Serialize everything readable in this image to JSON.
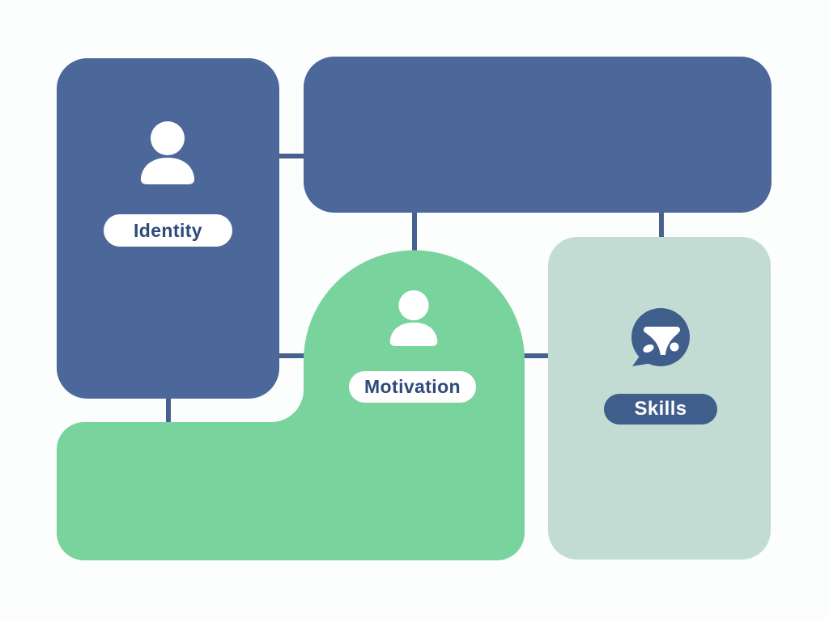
{
  "diagram": {
    "nodes": {
      "identity": {
        "label": "Identity",
        "icon": "person-icon"
      },
      "top": {
        "label": "",
        "icon": ""
      },
      "motivation": {
        "label": "Motivation",
        "icon": "person-icon"
      },
      "skills": {
        "label": "Skills",
        "icon": "chat-bubble-icon"
      }
    },
    "connectors": [
      "identity-to-top",
      "top-to-motivation",
      "top-to-skills",
      "identity-to-motivation",
      "motivation-to-skills",
      "identity-to-bottom-block"
    ]
  },
  "colors": {
    "background": "#fcfdfd",
    "blue": "#4c689a",
    "connector": "#47618f",
    "green": "#79d39d",
    "teal": "#c2dcd4",
    "pillWhite": "#ffffff",
    "pillDark": "#3f5e8c",
    "textNavy": "#2e4a7c",
    "iconWhite": "#ffffff"
  }
}
